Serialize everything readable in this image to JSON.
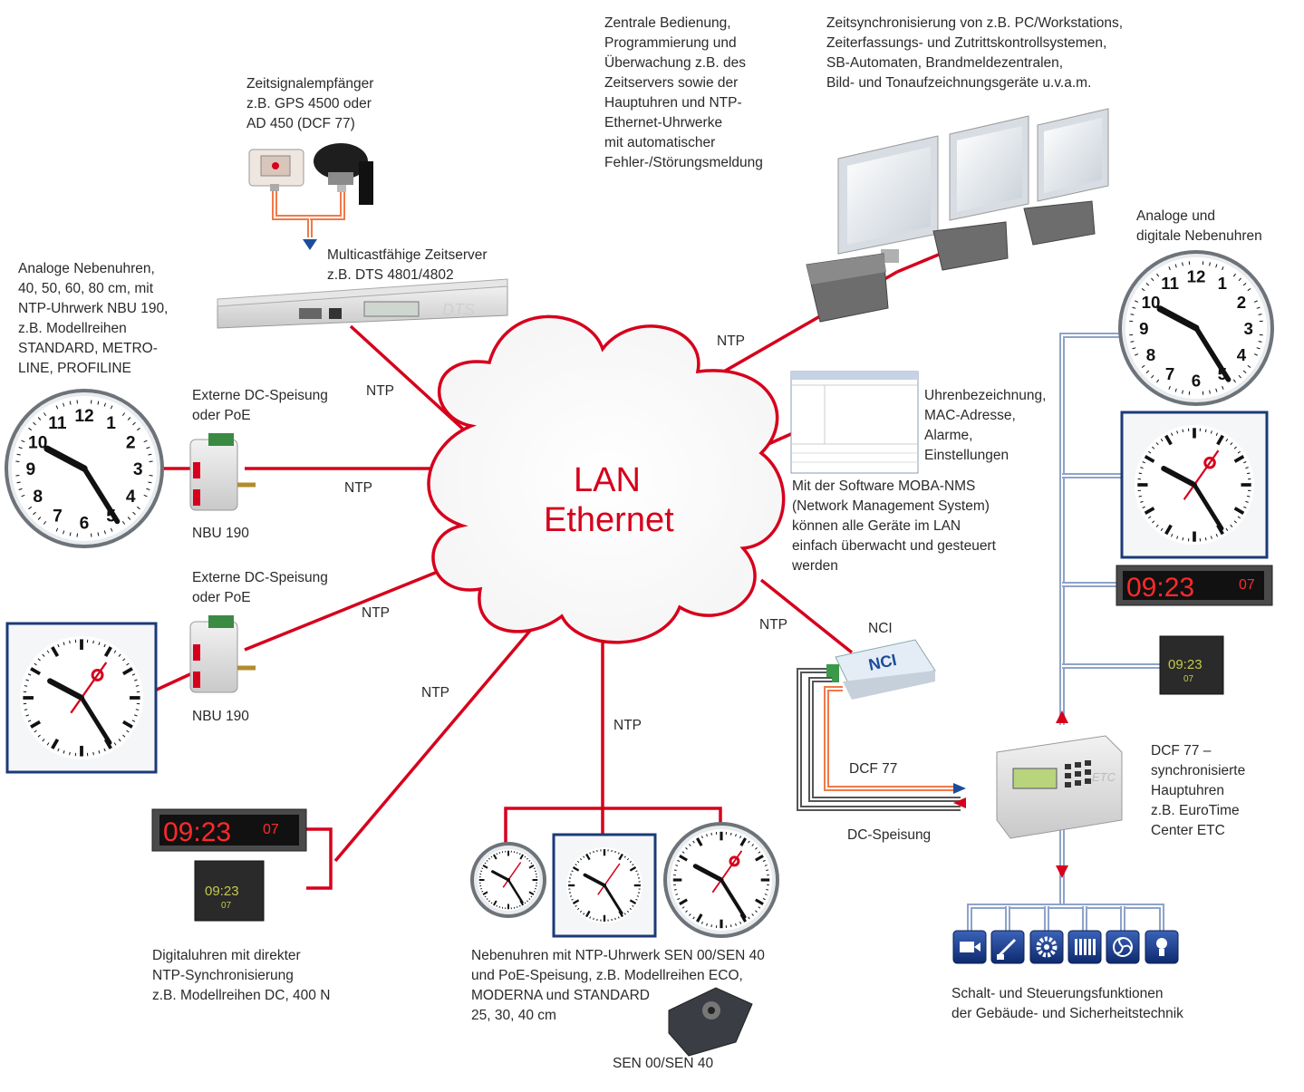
{
  "cloud": {
    "line1": "LAN",
    "line2": "Ethernet"
  },
  "ntp_label": "NTP",
  "labels": {
    "receiver": "Zeitsignalempfänger\nz.B. GPS 4500 oder\nAD 450 (DCF 77)",
    "timeserver": "Multicastfähige Zeitserver\nz.B. DTS 4801/4802",
    "control": "Zentrale Bedienung,\nProgrammierung und\nÜberwachung z.B. des\nZeitservers sowie der\nHauptuhren und NTP-\nEthernet-Uhrwerke\nmit automatischer\nFehler-/Störungsmeldung",
    "pcsync": "Zeitsynchronisierung von z.B. PC/Workstations,\nZeiterfassungs- und Zutrittskontrollsystemen,\nSB-Automaten, Brandmeldezentralen,\nBild- und Tonaufzeichnungsgeräte u.v.a.m.",
    "analog_left": "Analoge Nebenuhren,\n40, 50, 60, 80 cm, mit\nNTP-Uhrwerk NBU 190,\nz.B. Modellreihen\nSTANDARD, METRO-\nLINE, PROFILINE",
    "dc_feed_1": "Externe DC-Speisung\noder PoE",
    "dc_feed_2": "Externe DC-Speisung\noder PoE",
    "nbu_1": "NBU 190",
    "nbu_2": "NBU 190",
    "analog_digital": "Analoge und\ndigitale Nebenuhren",
    "nms_info": "Uhrenbezeichnung,\nMAC-Adresse,\nAlarme,\nEinstellungen",
    "nms": "Mit der Software MOBA-NMS\n(Network Management System)\nkönnen alle Geräte im LAN\neinfach überwacht und gesteuert\nwerden",
    "nci": "NCI",
    "dcf77": "DCF 77",
    "dc_feed": "DC-Speisung",
    "master": "DCF 77 –\nsynchronisierte\nHauptuhren\nz.B. EuroTime\nCenter ETC",
    "digital_clocks": "Digitaluhren mit direkter\nNTP-Synchronisierung\nz.B. Modellreihen DC, 400 N",
    "slave_clocks": "Nebenuhren mit NTP-Uhrwerk SEN 00/SEN 40\nund PoE-Speisung, z.B. Modellreihen ECO,\nMODERNA und STANDARD\n25, 30, 40 cm",
    "sen": "SEN 00/SEN 40",
    "switching": "Schalt- und Steuerungsfunktionen\nder Gebäude- und Sicherheitstechnik"
  },
  "displays": {
    "digital_large": "09:23",
    "digital_seconds": "07",
    "round_digital": "09:23",
    "round_digital_sec": "07",
    "nci_label": "NCI",
    "dts_label": "DTS",
    "etc_label": "ETC"
  },
  "clock_numbers": [
    "12",
    "1",
    "2",
    "3",
    "4",
    "5",
    "6",
    "7",
    "8",
    "9",
    "10",
    "11"
  ],
  "icons": [
    "camera-icon",
    "gate-icon",
    "gear-icon",
    "heater-icon",
    "ventilation-icon",
    "light-icon"
  ],
  "colors": {
    "network_line": "#d6001c",
    "feed_line": "#f07a4a",
    "bus_line": "#8fa3c9",
    "gray_line": "#555555"
  }
}
